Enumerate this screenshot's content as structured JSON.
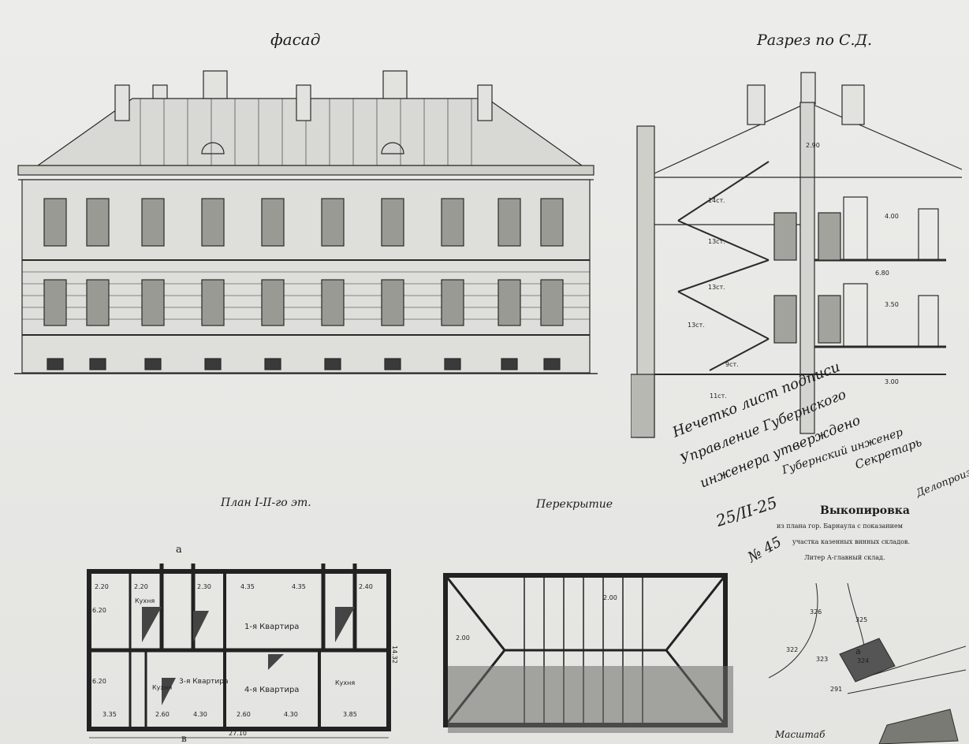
{
  "facade": {
    "title": "фасад"
  },
  "section": {
    "title": "Разрез по С.Д.",
    "dims": [
      "2.90",
      "4.00",
      "6.80",
      "3.50",
      "3.00"
    ],
    "stair_labels": [
      "14ст.",
      "13ст.",
      "13ст.",
      "13ст.",
      "9ст.",
      "11ст."
    ]
  },
  "plan": {
    "title": "План I-II-го эт.",
    "axis_top": "a",
    "axis_bottom": "в",
    "dims_top": [
      "2.20",
      "2.20",
      "2.30",
      "4.35",
      "4.35",
      "2.40"
    ],
    "dims_bottom": [
      "3.35",
      "2.60",
      "4.30",
      "2.60",
      "4.30",
      "3.85"
    ],
    "overall": "27.10",
    "side_left": [
      "6.20",
      "6.20"
    ],
    "side_right": "14.32",
    "rooms": [
      "Кухня",
      "1-я Квартира",
      "Кухня",
      "3-я Квартира",
      "4-я Квартира",
      "Кухня"
    ]
  },
  "ceiling": {
    "title": "Перекрытие",
    "dims": [
      "2.00",
      "2.00"
    ]
  },
  "extract": {
    "title": "Выкопировка",
    "lines": [
      "из плана гор. Барнаула с показанием",
      "участка казенных винных складов.",
      "Литер А-главный склад."
    ],
    "map_labels": [
      "326",
      "325",
      "322",
      "323",
      "а",
      "324",
      "291"
    ],
    "scale_word": "Масштаб"
  },
  "annotations": {
    "notes": [
      "Нечетко лист подписи",
      "Управление Губернского",
      "инженера утверждено",
      "25/II-25",
      "Губернский инженер",
      "Секретарь",
      "Делопроизводитель"
    ],
    "number": "№ 45"
  }
}
